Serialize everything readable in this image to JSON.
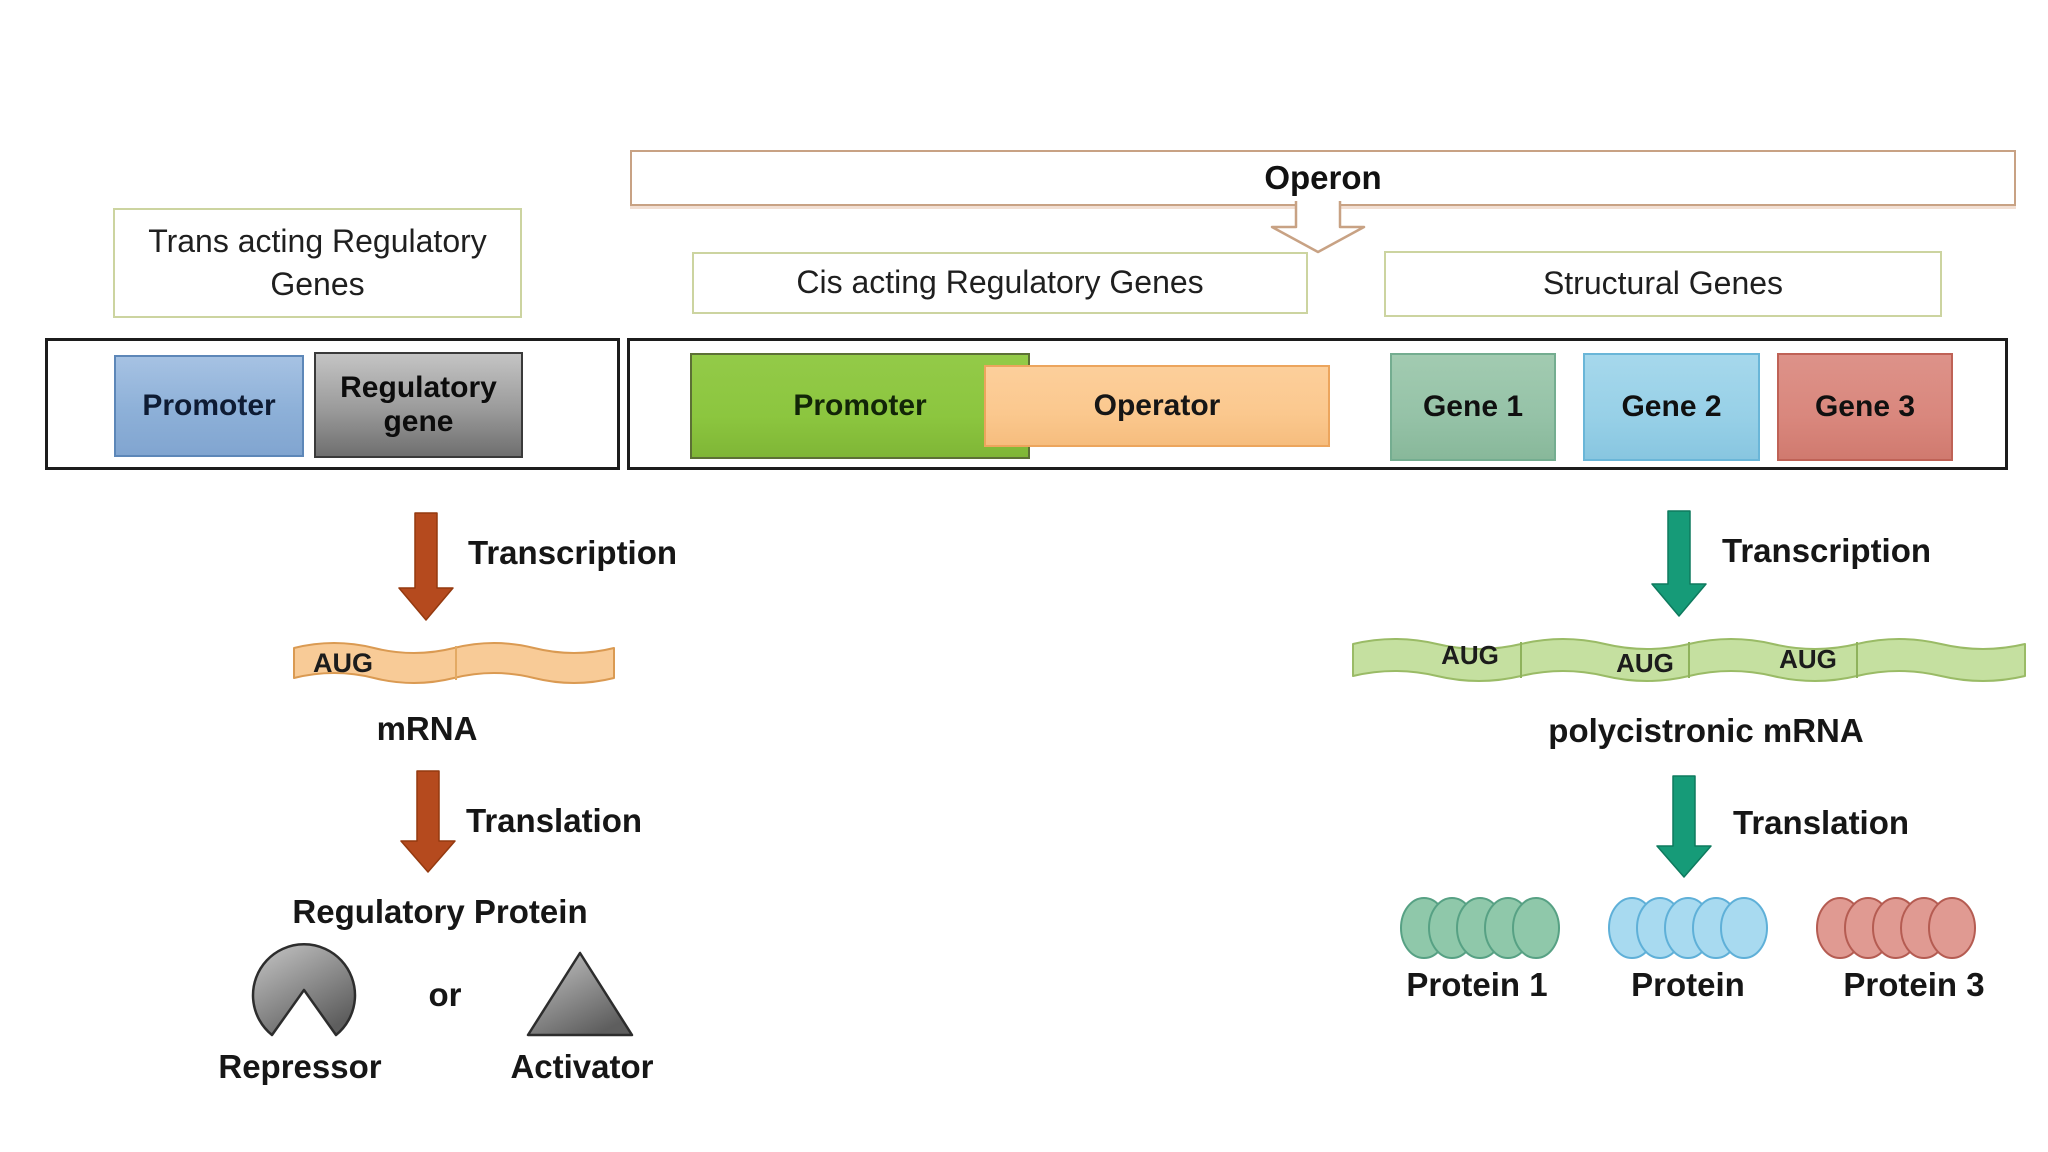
{
  "header": {
    "trans_acting": "Trans acting Regulatory\nGenes",
    "operon": "Operon",
    "cis_acting": "Cis acting Regulatory Genes",
    "structural": "Structural Genes"
  },
  "regulatory_unit": {
    "promoter": "Promoter",
    "regulatory_gene": "Regulatory\ngene"
  },
  "operon_unit": {
    "promoter": "Promoter",
    "operator": "Operator",
    "genes": [
      {
        "label": "Gene 1"
      },
      {
        "label": "Gene 2"
      },
      {
        "label": "Gene 3"
      }
    ]
  },
  "left_flow": {
    "transcription": "Transcription",
    "aug": "AUG",
    "mrna": "mRNA",
    "translation": "Translation",
    "regulatory_protein": "Regulatory Protein",
    "repressor": "Repressor",
    "or_word": "or",
    "activator": "Activator"
  },
  "right_flow": {
    "transcription": "Transcription",
    "augs": [
      {
        "label": "AUG"
      },
      {
        "label": "AUG"
      },
      {
        "label": "AUG"
      }
    ],
    "mrna": "polycistronic mRNA",
    "translation": "Translation",
    "proteins": [
      {
        "label": "Protein 1"
      },
      {
        "label": "Protein"
      },
      {
        "label": "Protein 3"
      }
    ]
  },
  "colors": {
    "operon_border": "#c8a284",
    "label_box_border": "#ccd4a0",
    "container_border": "#1c1c1c",
    "blue_promoter": "#8db0d8",
    "regulatory_gene_gray": "#9a9a9a",
    "green_promoter": "#8cc63f",
    "operator_orange": "#fbc88e",
    "gene1_fill": "#95c2a7",
    "gene2_fill": "#97d0e7",
    "gene3_fill": "#d9877d",
    "rust_arrow": "#b54a1e",
    "teal_arrow": "#169b78",
    "mrna_ribbon": "#f8cb97",
    "poly_mrna_ribbon": "#c5e0a0",
    "protein1_fill": "#8fc8aa",
    "protein2_fill": "#a8daf0",
    "protein3_fill": "#e09a92",
    "repressor_gray": "#8c8c8c"
  }
}
